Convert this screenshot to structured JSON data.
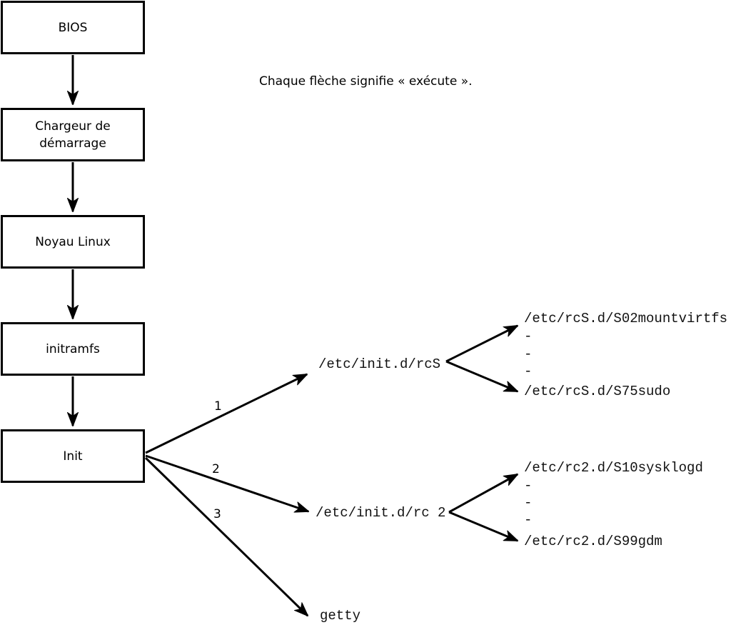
{
  "title": {
    "text": "Chaque flèche signifie « exécute »."
  },
  "boxes": [
    {
      "id": "bios",
      "label": "BIOS"
    },
    {
      "id": "bootloader",
      "label": "Chargeur de démarrage"
    },
    {
      "id": "kernel",
      "label": "Noyau Linux"
    },
    {
      "id": "initramfs",
      "label": "initramfs"
    },
    {
      "id": "init",
      "label": "Init"
    }
  ],
  "arrows": {
    "labels": [
      "1",
      "2",
      "3"
    ]
  },
  "targets": {
    "rcS": "/etc/init.d/rcS",
    "rc2": "/etc/init.d/rc 2",
    "getty": "getty",
    "rcS_children": [
      "/etc/rcS.d/S02mountvirtfs",
      "-",
      "-",
      "-",
      "/etc/rcS.d/S75sudo"
    ],
    "rc2_children": [
      "/etc/rc2.d/S10sysklogd",
      "-",
      "-",
      "-",
      "/etc/rc2.d/S99gdm"
    ]
  },
  "colors": {
    "line": "#000000",
    "background": "#ffffff"
  }
}
